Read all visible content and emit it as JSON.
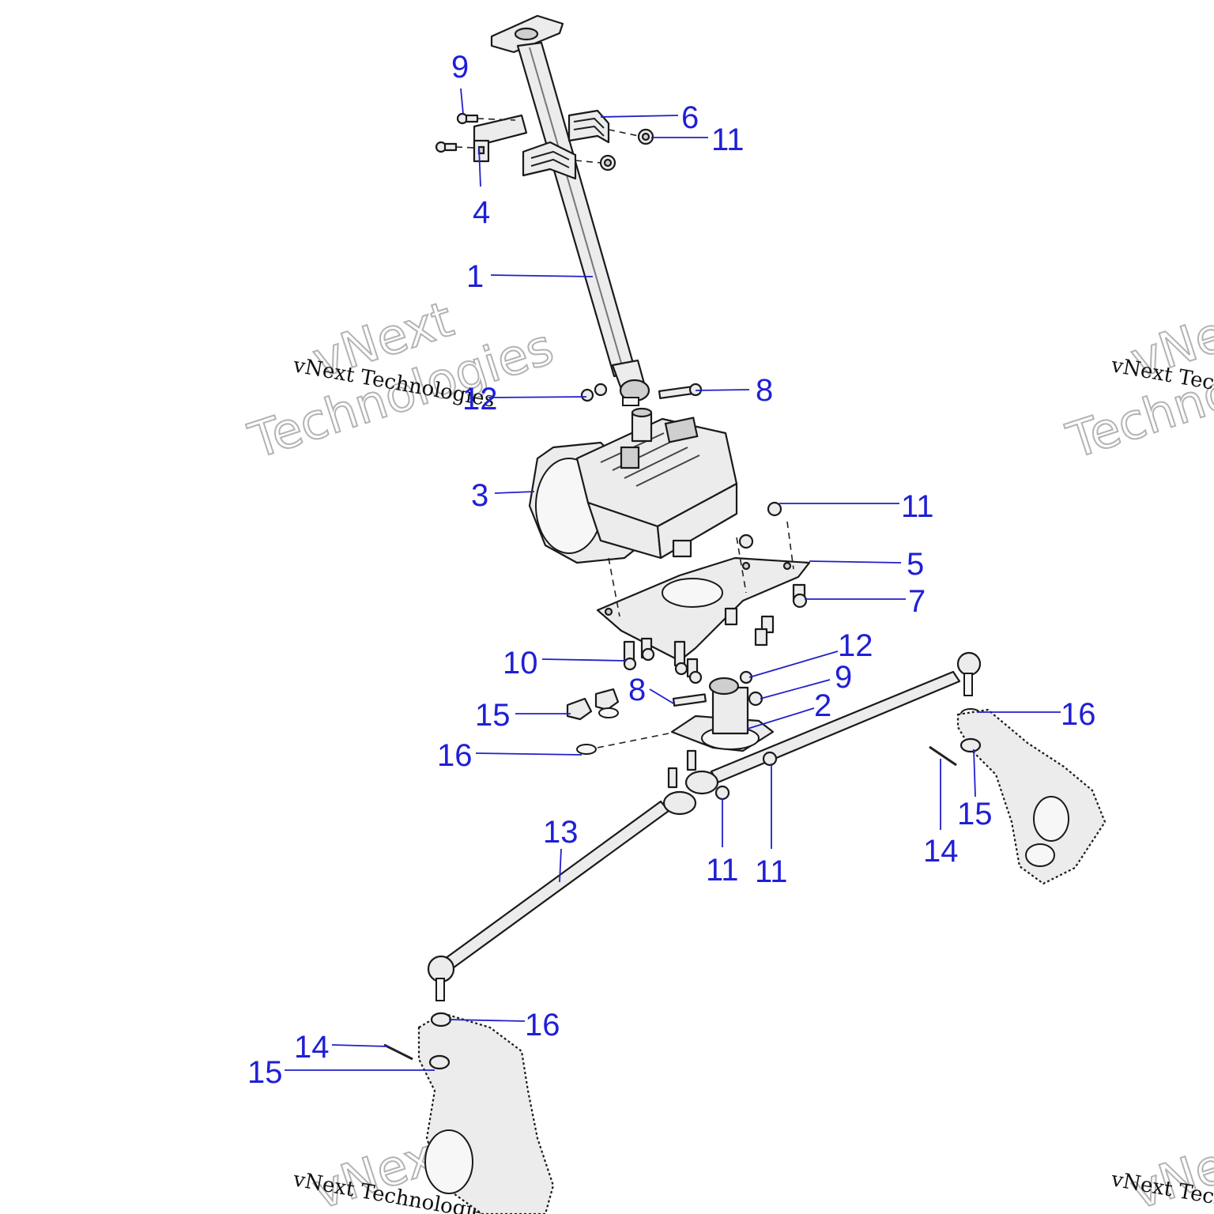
{
  "callouts": [
    {
      "id": "c1",
      "text": "1"
    },
    {
      "id": "c2",
      "text": "2"
    },
    {
      "id": "c3",
      "text": "3"
    },
    {
      "id": "c4",
      "text": "4"
    },
    {
      "id": "c5",
      "text": "5"
    },
    {
      "id": "c6",
      "text": "6"
    },
    {
      "id": "c7",
      "text": "7"
    },
    {
      "id": "c8a",
      "text": "8"
    },
    {
      "id": "c8b",
      "text": "8"
    },
    {
      "id": "c9a",
      "text": "9"
    },
    {
      "id": "c9b",
      "text": "9"
    },
    {
      "id": "c10",
      "text": "10"
    },
    {
      "id": "c11a",
      "text": "11"
    },
    {
      "id": "c11b",
      "text": "11"
    },
    {
      "id": "c11c",
      "text": "11"
    },
    {
      "id": "c11d",
      "text": "11"
    },
    {
      "id": "c12a",
      "text": "12"
    },
    {
      "id": "c12b",
      "text": "12"
    },
    {
      "id": "c13",
      "text": "13"
    },
    {
      "id": "c14a",
      "text": "14"
    },
    {
      "id": "c14b",
      "text": "14"
    },
    {
      "id": "c15a",
      "text": "15"
    },
    {
      "id": "c15b",
      "text": "15"
    },
    {
      "id": "c15c",
      "text": "15"
    },
    {
      "id": "c16a",
      "text": "16"
    },
    {
      "id": "c16b",
      "text": "16"
    },
    {
      "id": "c16c",
      "text": "16"
    }
  ],
  "watermark": {
    "small": "vNext Technologies",
    "line1": "vNext",
    "line2": "Technologies"
  },
  "colors": {
    "callout": "#1f1fd6",
    "leader": "#2020c8",
    "linework": "#1a1a1a"
  }
}
